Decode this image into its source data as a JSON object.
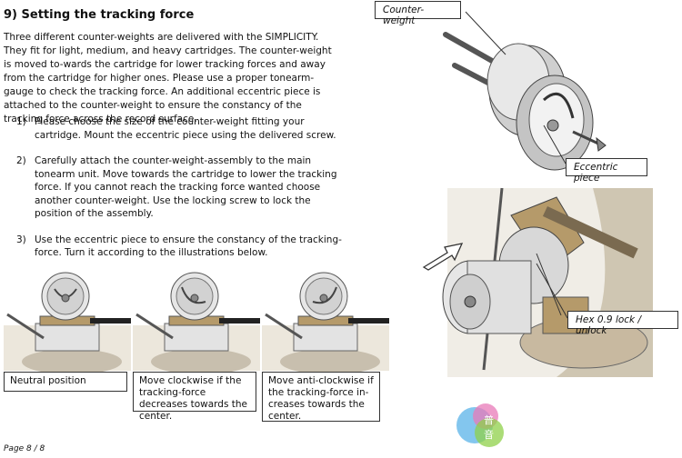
{
  "section": {
    "title": "9) Setting the tracking force",
    "intro": "Three different counter-weights are delivered with the SIMPLICITY. They fit for light, medium, and heavy cartridges. The counter-weight is moved to-wards the cartridge for lower tracking forces and away from the cartridge for higher ones. Please use a proper tonearm-gauge to check the tracking force. An additional eccentric piece is attached to the counter-weight to ensure the constancy of the tracking force across the record surface."
  },
  "steps": [
    {
      "num": "1)",
      "text": "Please choose the size of the counter-weight fitting your cartridge. Mount the eccentric piece using the delivered screw."
    },
    {
      "num": "2)",
      "text": "Carefully attach the counter-weight-assembly to the main tonearm unit. Move towards the cartridge to lower the tracking force. If you cannot reach the tracking force wanted choose another counter-weight. Use the locking screw to lock the position of the assembly."
    },
    {
      "num": "3)",
      "text": "Use the eccentric piece to ensure the constancy of the tracking-force. Turn it according to the illustrations below."
    }
  ],
  "captions": {
    "neutral": "Neutral position",
    "clockwise": "Move clockwise if the tracking-force decreases towards the center.",
    "anticlockwise": "Move anti-clockwise if the tracking-force in-creases towards the center."
  },
  "labels": {
    "counterweight": "Counter-weight",
    "eccentric": "Eccentric piece",
    "hex": "Hex 0.9 lock / unlock"
  },
  "footer": "Page 8 / 8",
  "colors": {
    "metal": "#d9d9d9",
    "brass": "#b59a6a",
    "platter": "#c8bfae",
    "dark": "#444444"
  }
}
